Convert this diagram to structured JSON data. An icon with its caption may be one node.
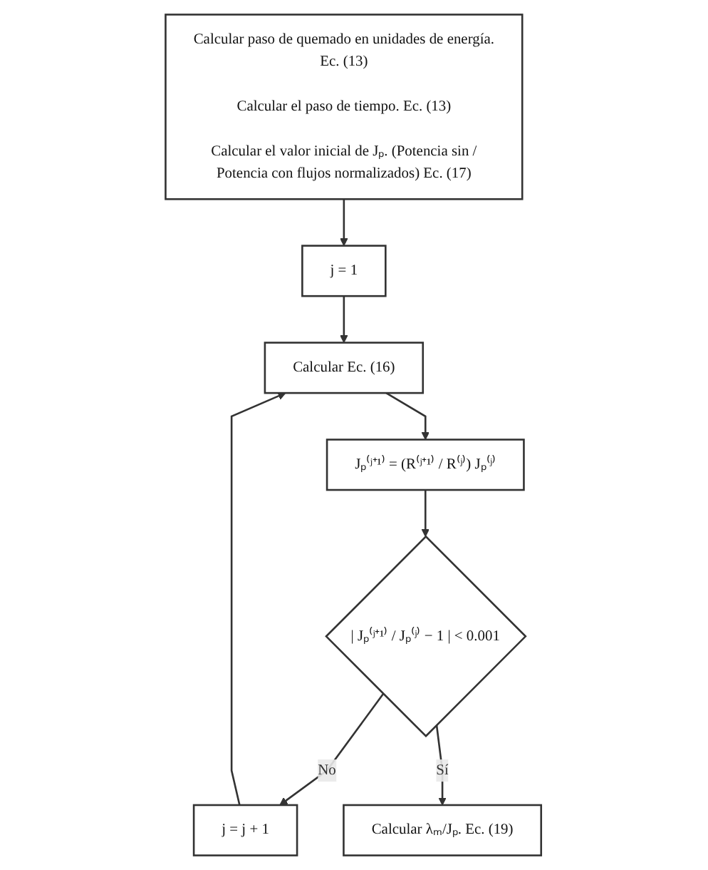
{
  "diagram": {
    "nodes": [
      {
        "text": [
          "Calcular paso de quemado en unidades de energía. Ec. (13)",
          "Calcular el paso de tiempo. Ec. (13)",
          "Calcular el valor inicial de Jₚ. (Potencia sin / Potencia con flujos normalizados) Ec. (17)"
        ]
      },
      {
        "text": [
          "j = 1"
        ]
      },
      {
        "text": [
          "Calcular Ec. (16)"
        ]
      },
      {
        "text": [
          "Jₚ⁽ʲ⁺¹⁾ = (R⁽ʲ⁺¹⁾ / R⁽ʲ⁾) Jₚ⁽ʲ⁾"
        ]
      },
      {
        "text": [
          "| Jₚ⁽ʲ⁺¹⁾ / Jₚ⁽ʲ⁾ − 1 | < 0.001"
        ]
      },
      {
        "text": [
          "j = j + 1"
        ]
      },
      {
        "text": [
          "Calcular λₘ/Jₚ. Ec. (19)"
        ]
      }
    ],
    "edges": [
      {
        "from": 0,
        "to": 1,
        "arrow": "to"
      },
      {
        "from": 1,
        "to": 2,
        "arrow": "to"
      },
      {
        "from": 2,
        "to": 3,
        "arrow": "to"
      },
      {
        "from": 3,
        "to": 4,
        "arrow": "to"
      },
      {
        "from": 4,
        "to": 5,
        "label": "No",
        "arrow": "to"
      },
      {
        "from": 5,
        "to": 2,
        "arrow": "to"
      },
      {
        "from": 4,
        "to": 6,
        "label": "Sí",
        "arrow": "to"
      }
    ]
  }
}
